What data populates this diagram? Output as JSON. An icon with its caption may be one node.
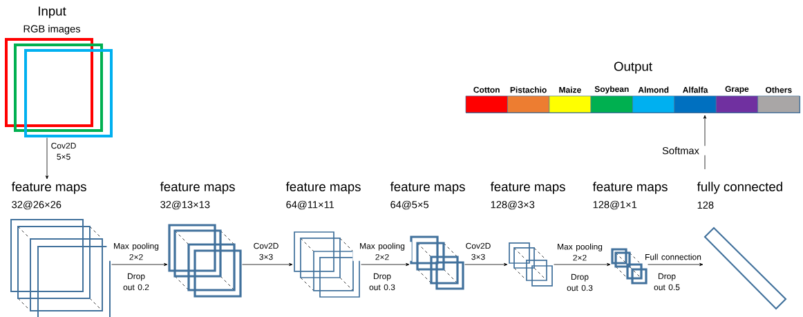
{
  "diagram": {
    "nodes": [
      {
        "text": [
          "Input",
          "RGB images"
        ]
      },
      {
        "text": [
          "feature maps",
          "32@26×26"
        ]
      },
      {
        "text": [
          "feature maps",
          "32@13×13"
        ]
      },
      {
        "text": [
          "feature maps",
          "64@11×11"
        ]
      },
      {
        "text": [
          "feature maps",
          "64@5×5"
        ]
      },
      {
        "text": [
          "feature maps",
          "128@3×3"
        ]
      },
      {
        "text": [
          "feature maps",
          "128@1×1"
        ]
      },
      {
        "text": [
          "fully connected",
          "128"
        ]
      },
      {
        "text": [
          "Output"
        ]
      }
    ],
    "edges": [
      {
        "from": 0,
        "to": 1,
        "arrow": "to",
        "label": "Cov2D 5×5"
      },
      {
        "from": 1,
        "to": 2,
        "arrow": "to",
        "label": "Max pooling 2×2"
      },
      {
        "from": 2,
        "to": 3,
        "arrow": "to",
        "label": "Cov2D 3×3"
      },
      {
        "from": 3,
        "to": 4,
        "arrow": "to",
        "label": "Max pooling 2×2"
      },
      {
        "from": 4,
        "to": 5,
        "arrow": "to",
        "label": "Cov2D 3×3"
      },
      {
        "from": 5,
        "to": 6,
        "arrow": "to",
        "label": "Max pooling 2×2"
      },
      {
        "from": 6,
        "to": 7,
        "arrow": "to",
        "label": "Full connection"
      },
      {
        "from": 7,
        "to": 8,
        "arrow": "to",
        "label": "Softmax"
      }
    ],
    "labels": [
      "Drop out 0.2",
      "Drop out 0.3",
      "Drop out 0.3",
      "Drop out 0.5"
    ],
    "legend": [
      {
        "text": "Cotton",
        "color": "#ff0000"
      },
      {
        "text": "Pistachio",
        "color": "#ed7d31"
      },
      {
        "text": "Maize",
        "color": "#ffff00"
      },
      {
        "text": "Soybean",
        "color": "#00b050"
      },
      {
        "text": "Almond",
        "color": "#00b0f0"
      },
      {
        "text": "Alfalfa",
        "color": "#0070c0"
      },
      {
        "text": "Grape",
        "color": "#7030a0"
      },
      {
        "text": "Others",
        "color": "#a9a6a6"
      }
    ]
  }
}
